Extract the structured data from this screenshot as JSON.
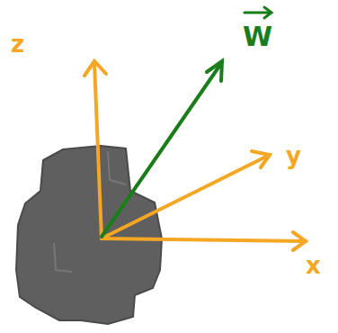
{
  "diagram": {
    "labels": [
      "z",
      "y",
      "x",
      "W"
    ]
  }
}
